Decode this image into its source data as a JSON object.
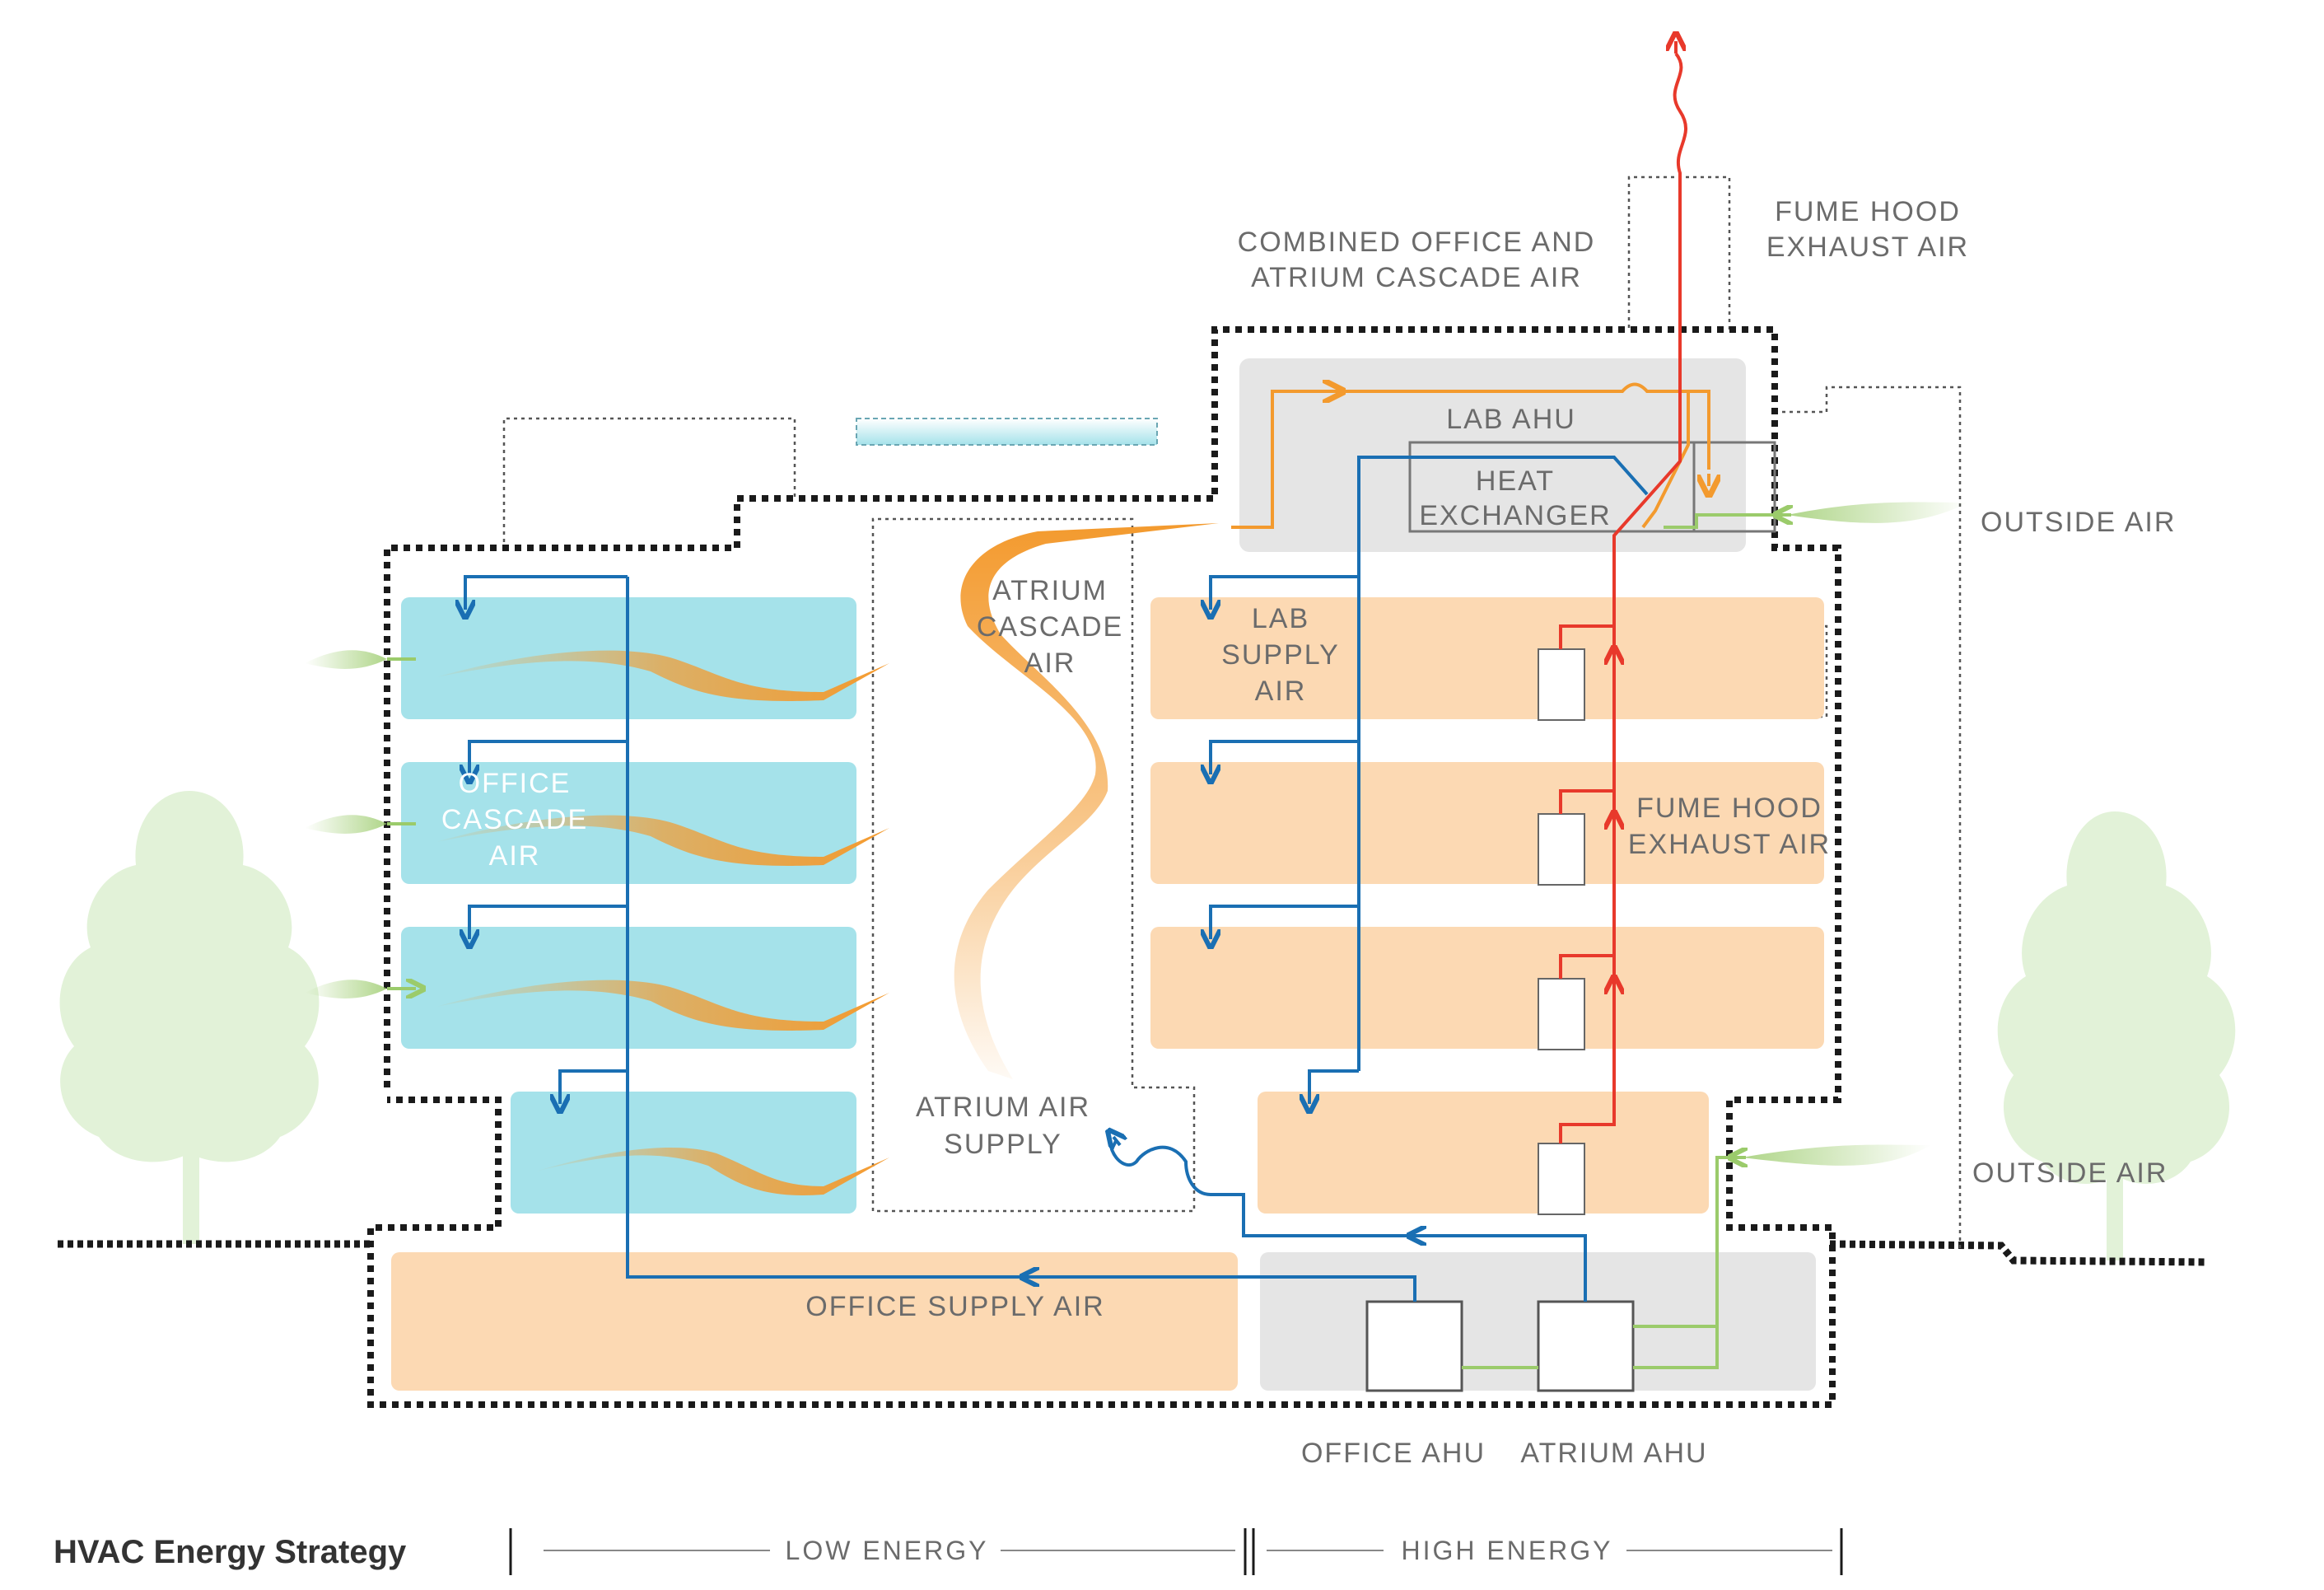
{
  "title": "HVAC Energy Strategy",
  "labels": {
    "combined_1": "COMBINED OFFICE AND",
    "combined_2": "ATRIUM CASCADE AIR",
    "fume_top_1": "FUME HOOD",
    "fume_top_2": "EXHAUST AIR",
    "lab_ahu": "LAB AHU",
    "heat_1": "HEAT",
    "heat_2": "EXCHANGER",
    "outside_top": "OUTSIDE AIR",
    "outside_bottom": "OUTSIDE AIR",
    "atrium_cascade_1": "ATRIUM",
    "atrium_cascade_2": "CASCADE",
    "atrium_cascade_3": "AIR",
    "lab_supply_1": "LAB",
    "lab_supply_2": "SUPPLY",
    "lab_supply_3": "AIR",
    "office_cascade_1": "OFFICE",
    "office_cascade_2": "CASCADE",
    "office_cascade_3": "AIR",
    "fume_mid_1": "FUME HOOD",
    "fume_mid_2": "EXHAUST AIR",
    "atrium_supply_1": "ATRIUM AIR",
    "atrium_supply_2": "SUPPLY",
    "office_supply": "OFFICE SUPPLY AIR",
    "office_ahu": "OFFICE AHU",
    "atrium_ahu": "ATRIUM AHU"
  },
  "legend": {
    "low": "LOW ENERGY",
    "high": "HIGH ENERGY"
  },
  "colors": {
    "office_zone": "#a5e2ea",
    "lab_zone": "#fcd9b3",
    "service_zone": "#e5e5e5",
    "supply_air": "#1a6fb3",
    "exhaust_air": "#e8392b",
    "cascade_air": "#f39a2e",
    "outside_air": "#9bcb6b",
    "tree": "#e2f2d8"
  }
}
